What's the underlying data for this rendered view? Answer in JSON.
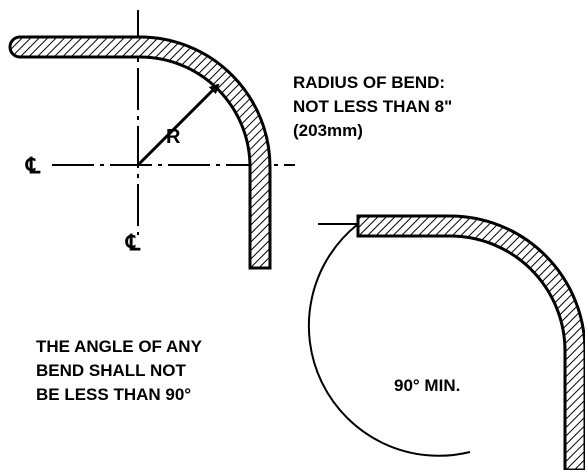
{
  "radius_note": {
    "line1": "RADIUS OF BEND:",
    "line2": "NOT LESS THAN 8\"",
    "line3": "(203mm)"
  },
  "radius_label": "R",
  "centerline_symbol": "℄",
  "angle_note": {
    "line1": "THE ANGLE OF ANY",
    "line2": "BEND SHALL NOT",
    "line3": "BE LESS THAN 90°"
  },
  "angle_label": "90° MIN.",
  "colors": {
    "ink": "#000000",
    "background": "#ffffff"
  }
}
